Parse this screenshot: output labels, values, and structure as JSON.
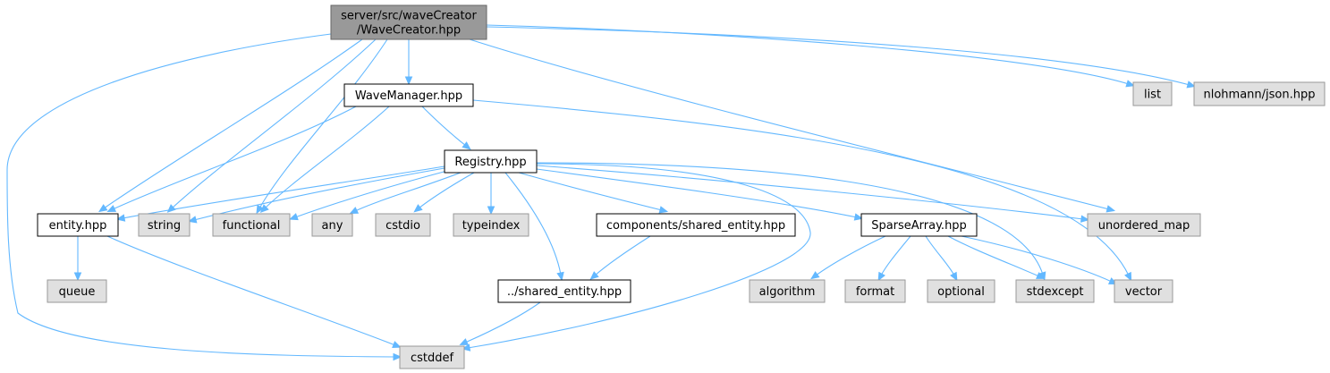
{
  "colors": {
    "edge": "#63b8ff",
    "root_fill": "#999999",
    "root_border": "#666666",
    "project_fill": "#ffffff",
    "project_border": "#000000",
    "external_fill": "#e0e0e0",
    "external_border": "#999999"
  },
  "nodes": {
    "root": {
      "lines": [
        "server/src/waveCreator",
        "/WaveCreator.hpp"
      ],
      "kind": "root"
    },
    "wavemanager": {
      "lines": [
        "WaveManager.hpp"
      ],
      "kind": "project"
    },
    "list": {
      "lines": [
        "list"
      ],
      "kind": "external"
    },
    "nlohmann": {
      "lines": [
        "nlohmann/json.hpp"
      ],
      "kind": "external"
    },
    "registry": {
      "lines": [
        "Registry.hpp"
      ],
      "kind": "project"
    },
    "entity": {
      "lines": [
        "entity.hpp"
      ],
      "kind": "project"
    },
    "string": {
      "lines": [
        "string"
      ],
      "kind": "external"
    },
    "functional": {
      "lines": [
        "functional"
      ],
      "kind": "external"
    },
    "any": {
      "lines": [
        "any"
      ],
      "kind": "external"
    },
    "cstdio": {
      "lines": [
        "cstdio"
      ],
      "kind": "external"
    },
    "typeindex": {
      "lines": [
        "typeindex"
      ],
      "kind": "external"
    },
    "components_shared": {
      "lines": [
        "components/shared_entity.hpp"
      ],
      "kind": "project"
    },
    "sparsearray": {
      "lines": [
        "SparseArray.hpp"
      ],
      "kind": "project"
    },
    "unordered_map": {
      "lines": [
        "unordered_map"
      ],
      "kind": "external"
    },
    "queue": {
      "lines": [
        "queue"
      ],
      "kind": "external"
    },
    "shared_entity": {
      "lines": [
        "../shared_entity.hpp"
      ],
      "kind": "project"
    },
    "algorithm": {
      "lines": [
        "algorithm"
      ],
      "kind": "external"
    },
    "format": {
      "lines": [
        "format"
      ],
      "kind": "external"
    },
    "optional": {
      "lines": [
        "optional"
      ],
      "kind": "external"
    },
    "stdexcept": {
      "lines": [
        "stdexcept"
      ],
      "kind": "external"
    },
    "vector": {
      "lines": [
        "vector"
      ],
      "kind": "external"
    },
    "cstddef": {
      "lines": [
        "cstddef"
      ],
      "kind": "external"
    }
  },
  "edges": [
    [
      "root",
      "wavemanager"
    ],
    [
      "root",
      "list"
    ],
    [
      "root",
      "nlohmann"
    ],
    [
      "root",
      "entity"
    ],
    [
      "root",
      "string"
    ],
    [
      "root",
      "functional"
    ],
    [
      "root",
      "unordered_map"
    ],
    [
      "root",
      "cstddef"
    ],
    [
      "wavemanager",
      "registry"
    ],
    [
      "wavemanager",
      "entity"
    ],
    [
      "wavemanager",
      "functional"
    ],
    [
      "wavemanager",
      "vector"
    ],
    [
      "registry",
      "entity"
    ],
    [
      "registry",
      "string"
    ],
    [
      "registry",
      "functional"
    ],
    [
      "registry",
      "any"
    ],
    [
      "registry",
      "cstdio"
    ],
    [
      "registry",
      "typeindex"
    ],
    [
      "registry",
      "components_shared"
    ],
    [
      "registry",
      "sparsearray"
    ],
    [
      "registry",
      "unordered_map"
    ],
    [
      "registry",
      "shared_entity"
    ],
    [
      "registry",
      "stdexcept"
    ],
    [
      "registry",
      "cstddef"
    ],
    [
      "entity",
      "queue"
    ],
    [
      "entity",
      "cstddef"
    ],
    [
      "components_shared",
      "shared_entity"
    ],
    [
      "shared_entity",
      "cstddef"
    ],
    [
      "sparsearray",
      "algorithm"
    ],
    [
      "sparsearray",
      "format"
    ],
    [
      "sparsearray",
      "optional"
    ],
    [
      "sparsearray",
      "stdexcept"
    ],
    [
      "sparsearray",
      "vector"
    ]
  ]
}
